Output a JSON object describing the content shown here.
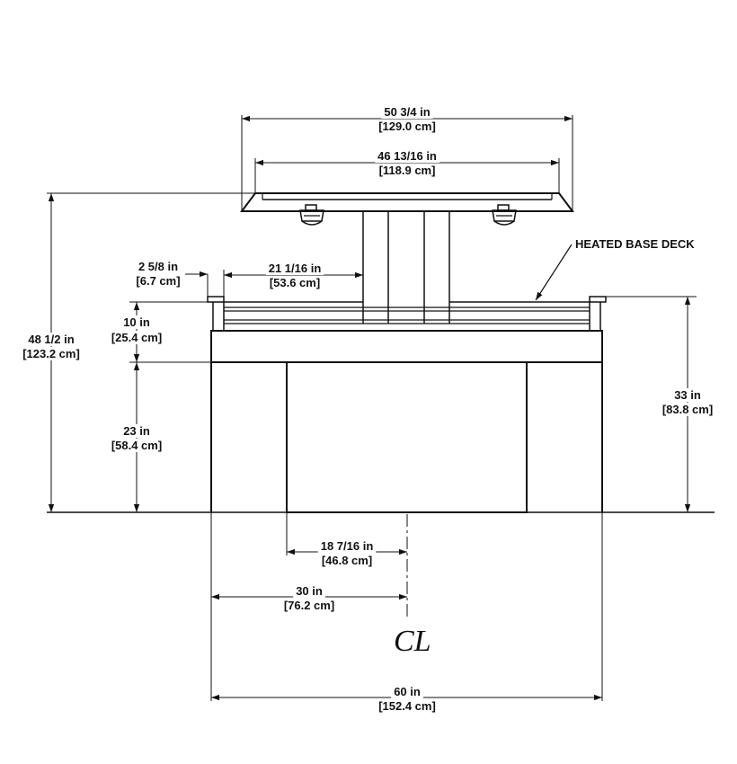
{
  "dimensions": {
    "top_outer": {
      "imperial": "50 3/4 in",
      "metric": "[129.0 cm]"
    },
    "top_inner": {
      "imperial": "46 13/16 in",
      "metric": "[118.9 cm]"
    },
    "overall_height": {
      "imperial": "48 1/2 in",
      "metric": "[123.2 cm]"
    },
    "rail_overhang": {
      "imperial": "2 5/8 in",
      "metric": "[6.7 cm]"
    },
    "deck_inset": {
      "imperial": "21 1/16 in",
      "metric": "[53.6 cm]"
    },
    "deck_height": {
      "imperial": "10 in",
      "metric": "[25.4 cm]"
    },
    "base_height": {
      "imperial": "23 in",
      "metric": "[58.4 cm]"
    },
    "counter_height": {
      "imperial": "33 in",
      "metric": "[83.8 cm]"
    },
    "door_offset": {
      "imperial": "18 7/16 in",
      "metric": "[46.8 cm]"
    },
    "half_width": {
      "imperial": "30 in",
      "metric": "[76.2 cm]"
    },
    "overall_width": {
      "imperial": "60 in",
      "metric": "[152.4 cm]"
    }
  },
  "callouts": {
    "heated_base_deck": "HEATED BASE DECK"
  },
  "centerline_symbol": "CL"
}
